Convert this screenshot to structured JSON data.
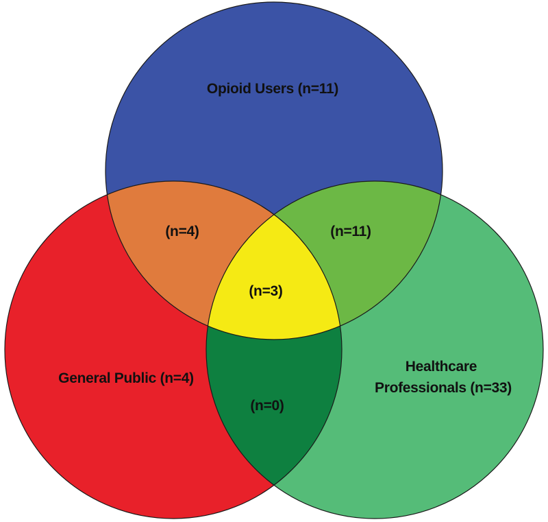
{
  "diagram": {
    "type": "venn-3",
    "sets": [
      {
        "id": "opioid",
        "label": "Opioid Users",
        "count_label": "(n=11)",
        "color": "#3b53a6"
      },
      {
        "id": "public",
        "label": "General Public",
        "count_label": "(n=4)",
        "color": "#e8212a"
      },
      {
        "id": "health",
        "label": "Healthcare",
        "label2": "Professionals",
        "count_label": "(n=33)",
        "color": "#55bc78"
      }
    ],
    "overlaps": {
      "opioid_public": {
        "label": "(n=4)",
        "color": "#e07b3d"
      },
      "opioid_health": {
        "label": "(n=11)",
        "color": "#6cb845"
      },
      "public_health": {
        "label": "(n=0)",
        "color": "#0e8040"
      },
      "all_three": {
        "label": "(n=3)",
        "color": "#f5ea14"
      }
    }
  }
}
